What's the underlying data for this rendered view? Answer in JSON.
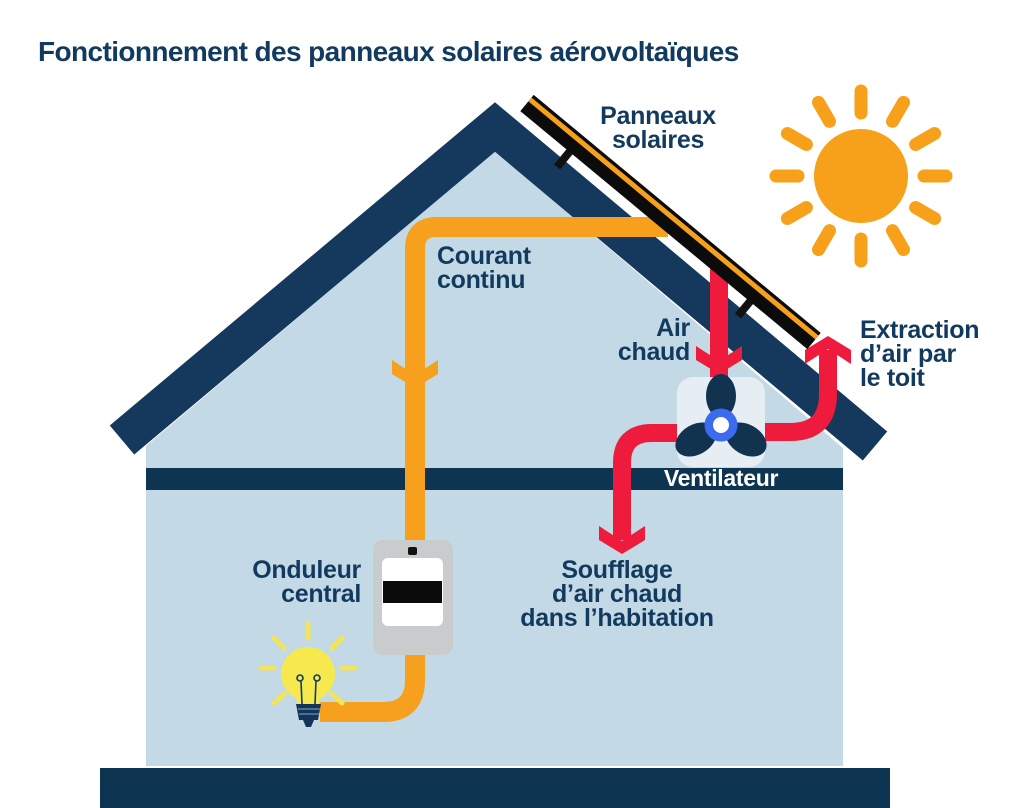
{
  "title": "Fonctionnement des panneaux solaires aérovoltaïques",
  "labels": {
    "panneaux_solaires": "Panneaux\nsolaires",
    "courant_continu": "Courant\ncontinu",
    "air_chaud": "Air\nchaud",
    "extraction": "Extraction\nd’air par\nle toit",
    "ventilateur": "Ventilateur",
    "onduleur_central": "Onduleur\ncentral",
    "soufflage": "Soufflage\nd’air chaud\ndans l’habitation"
  },
  "icons": {
    "sun": "sun-icon",
    "solar_panel": "solar-panel",
    "fan": "fan-icon",
    "inverter": "inverter-icon",
    "lightbulb": "lightbulb-icon"
  },
  "colors": {
    "text_navy": "#123A5E",
    "roof_navy": "#14395C",
    "band_navy": "#0D3451",
    "wall_light_blue": "#C3D9E5",
    "wire_orange": "#F6A01E",
    "sun_orange": "#F7A11B",
    "arrow_red": "#EE1B3C",
    "bulb_yellow": "#F6E94E",
    "fan_hub_blue": "#3B6CF0",
    "fan_box": "#E7EEF3",
    "inverter_gray": "#C9CCCD"
  }
}
